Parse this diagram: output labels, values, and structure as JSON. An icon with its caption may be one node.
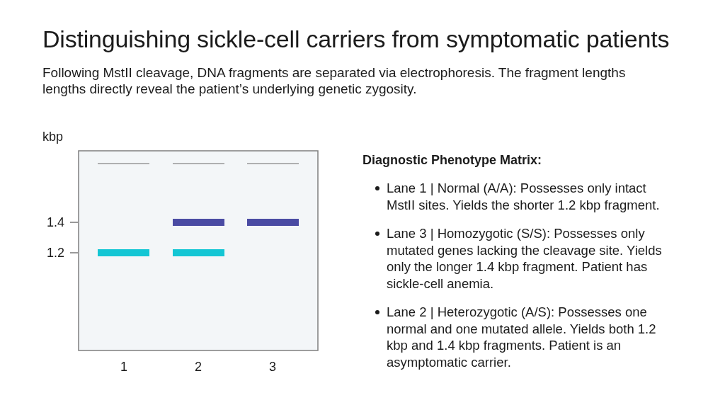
{
  "diagram": {
    "title": "Distinguishing sickle-cell carriers from symptomatic patients",
    "labels": [
      "Following MstII cleavage, DNA fragments are separated via electrophoresis. The fragment lengths lengths directly reveal the patient’s underlying genetic zygosity.",
      "kbp",
      "1.4",
      "1.2",
      "1",
      "2",
      "3",
      "Diagnostic Phenotype Matrix:",
      "Lane 1 | Normal (A/A): Possesses only intact MstII sites. Yields the shorter 1.2 kbp fragment.",
      "Lane 3 | Homozygotic (S/S): Possesses only mutated genes lacking the cleavage site. Yields only the longer 1.4 kbp fragment. Patient has sickle-cell anemia.",
      "Lane 2 | Heterozygotic (A/S): Possesses one normal and one mutated allele. Yields both 1.2 kbp and 1.4 kbp fragments. Patient is an asymptomatic carrier."
    ]
  }
}
